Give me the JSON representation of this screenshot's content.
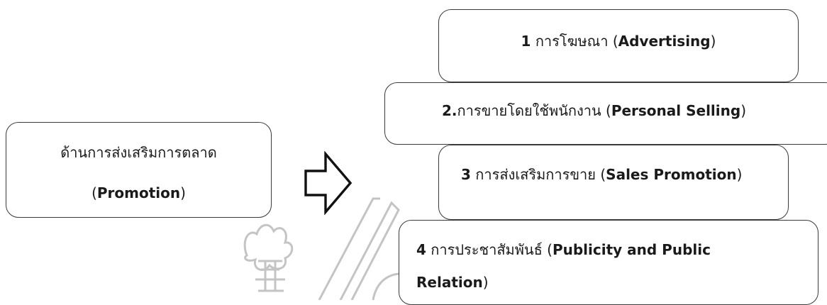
{
  "source": {
    "line1": "ด้านการส่งเสริมการตลาด",
    "line2_open": "(",
    "line2_en": "Promotion",
    "line2_close": ")"
  },
  "items": [
    {
      "num": "1",
      "th": " การโฆษณา (",
      "en": "Advertising",
      "close": ")"
    },
    {
      "num": "2.",
      "th": "การขายโดยใช้พนักงาน (",
      "en": "Personal Selling",
      "close": ")"
    },
    {
      "num": "3",
      "th": " การส่งเสริมการขาย (",
      "en": "Sales Promotion",
      "close": ")"
    },
    {
      "num": "4",
      "th": " การประชาสัมพันธ์ (",
      "en": "Publicity and Public",
      "line2": "Relation",
      "close": ")"
    }
  ],
  "icons": {
    "arrow": "right-hollow-arrow-icon",
    "watermark": "university-emblem-watermark"
  },
  "colors": {
    "border": "#3a3a3a",
    "text": "#1a1a1a",
    "watermark": "#c8c8c8"
  }
}
